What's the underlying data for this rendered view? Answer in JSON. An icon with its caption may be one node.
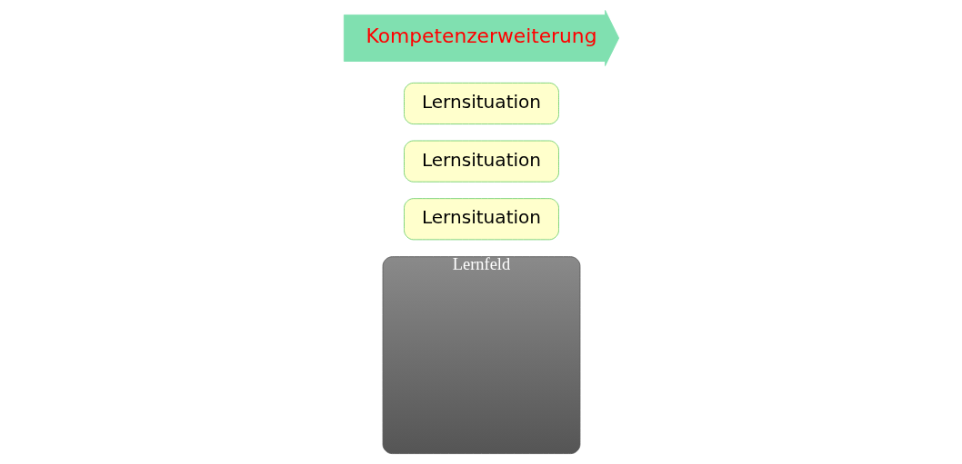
{
  "diagram": {
    "nodes": [
      {
        "text": [
          "Lernfeld"
        ]
      },
      {
        "text": [
          "Lernsituation"
        ]
      },
      {
        "text": [
          "Lernsituation"
        ]
      },
      {
        "text": [
          "Lernsituation"
        ]
      },
      {
        "text": [
          "Kompetenzerweiterung"
        ]
      }
    ],
    "edges": []
  }
}
